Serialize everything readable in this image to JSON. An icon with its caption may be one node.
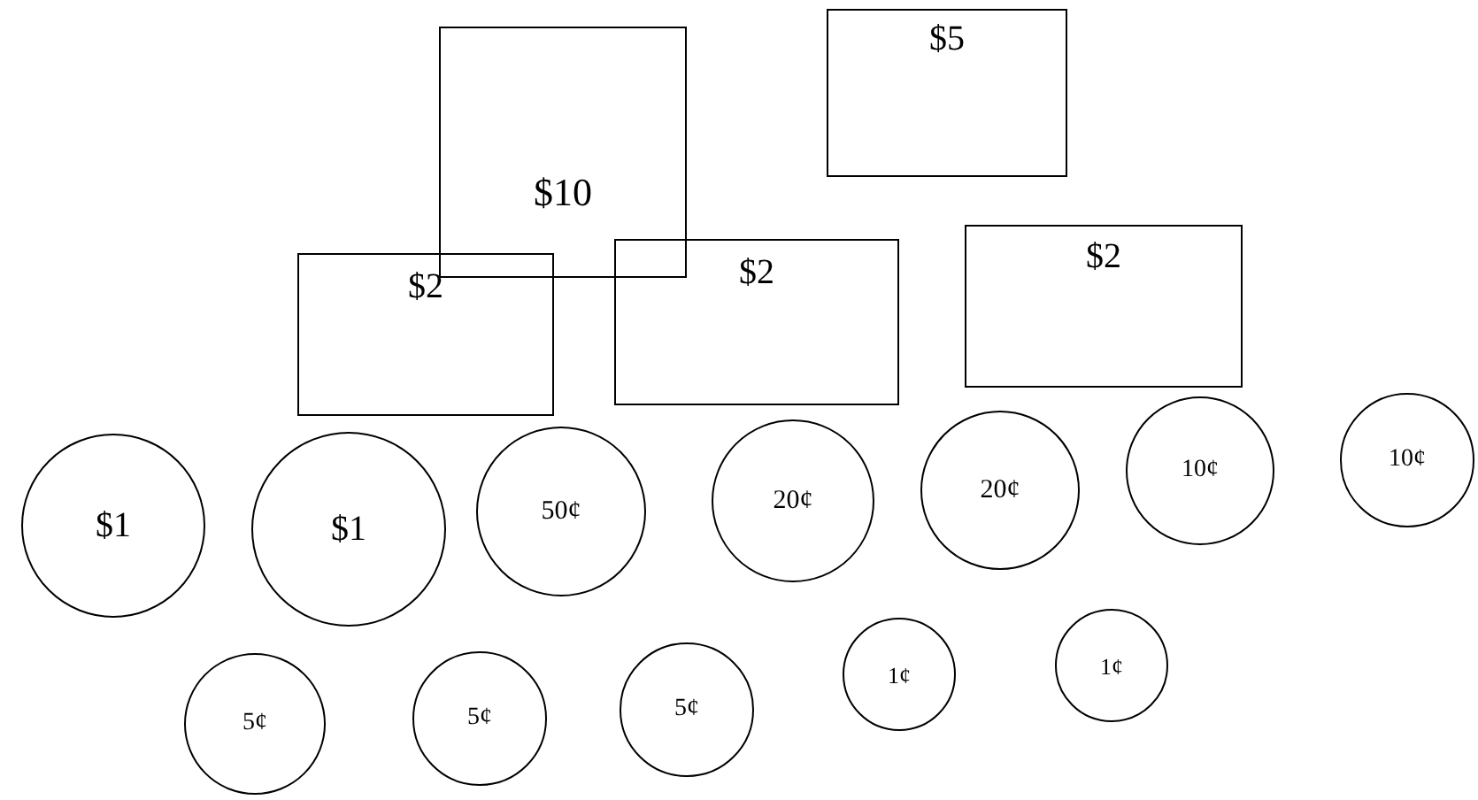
{
  "diagram": {
    "nodes": [
      {
        "text": [
          "$10"
        ]
      },
      {
        "text": [
          "$5"
        ]
      },
      {
        "text": [
          "$2"
        ]
      },
      {
        "text": [
          "$2"
        ]
      },
      {
        "text": [
          "$2"
        ]
      },
      {
        "text": [
          "$1"
        ]
      },
      {
        "text": [
          "$1"
        ]
      },
      {
        "text": [
          "50¢"
        ]
      },
      {
        "text": [
          "20¢"
        ]
      },
      {
        "text": [
          "20¢"
        ]
      },
      {
        "text": [
          "10¢"
        ]
      },
      {
        "text": [
          "10¢"
        ]
      },
      {
        "text": [
          "5¢"
        ]
      },
      {
        "text": [
          "5¢"
        ]
      },
      {
        "text": [
          "5¢"
        ]
      },
      {
        "text": [
          "1¢"
        ]
      },
      {
        "text": [
          "1¢"
        ]
      }
    ]
  }
}
